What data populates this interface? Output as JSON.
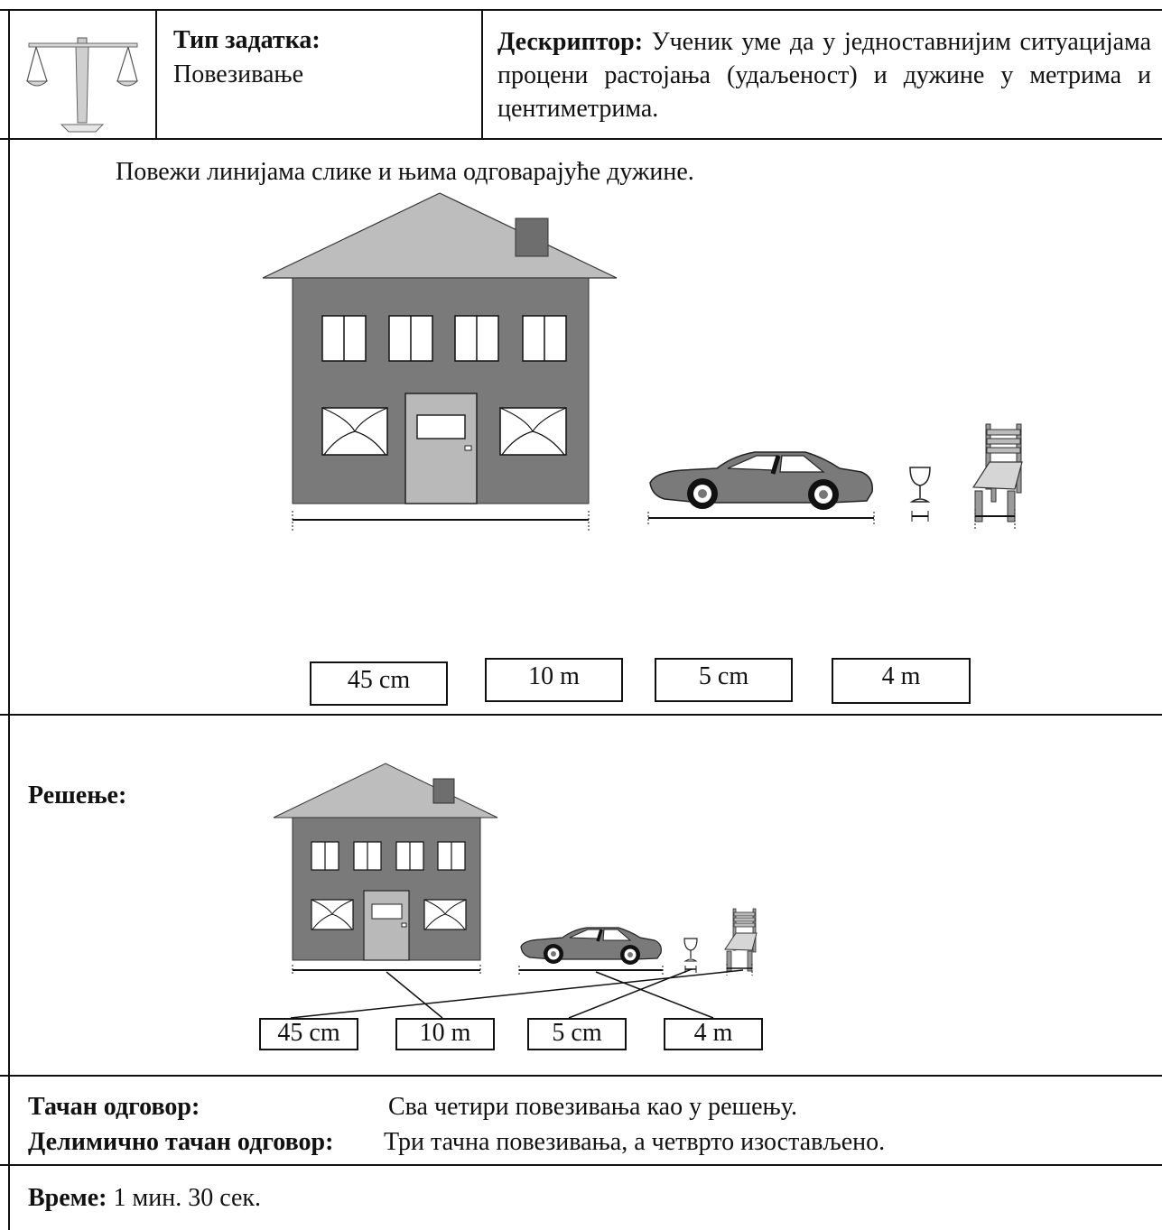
{
  "header": {
    "task_type_label": "Тип задатка:",
    "task_type_value": "Повезивање",
    "descriptor_label": "Дескриптор:",
    "descriptor_text": " Ученик уме да у једноставнијим ситуацијама процени растојања (удаљеност) и дужине у метрима и центиметрима.",
    "icon": "scales-icon"
  },
  "task": {
    "instruction": "Повежи линијама слике и њима одговарајуће дужине.",
    "options": [
      "45 cm",
      "10 m",
      "5 cm",
      "4 m"
    ],
    "pictures": [
      "house",
      "car",
      "glass",
      "chair"
    ]
  },
  "solution": {
    "label": "Решење:",
    "options": [
      "45 cm",
      "10 m",
      "5 cm",
      "4 m"
    ],
    "matches": [
      {
        "picture": "house",
        "answer": "10 m"
      },
      {
        "picture": "car",
        "answer": "4 m"
      },
      {
        "picture": "glass",
        "answer": "5 cm"
      },
      {
        "picture": "chair",
        "answer": "45 cm"
      }
    ]
  },
  "scoring": {
    "correct_label": "Тачан одговор:",
    "correct_text": "Сва четири повезивања као у решењу.",
    "partial_label": "Делимично тачан одговор:",
    "partial_text": "Три тачна повезивања, а четврто изостављено."
  },
  "time": {
    "label": "Време:",
    "value": " 1 мин. 30 сек."
  },
  "colors": {
    "wall": "#7a7a7a",
    "roof": "#bdbdbd",
    "door": "#b9b9b9",
    "chimney": "#6e6e6e"
  }
}
